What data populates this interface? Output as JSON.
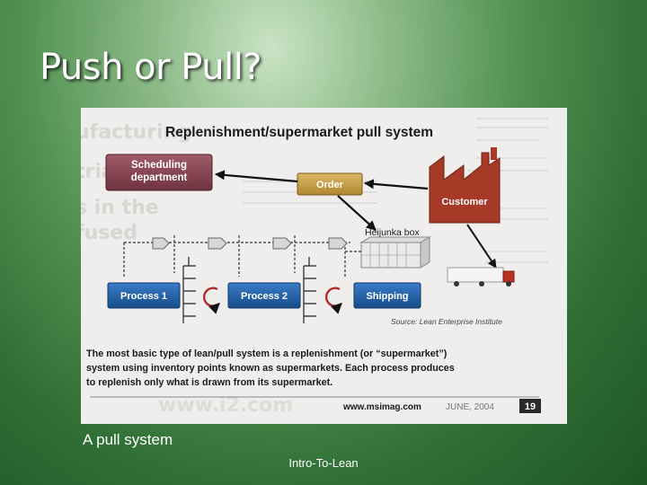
{
  "slide": {
    "title": "Push or Pull?",
    "caption": "A pull system",
    "footer": "Intro-To-Lean"
  },
  "figure": {
    "heading": "Replenishment/supermarket pull system",
    "boxes": {
      "scheduling_line1": "Scheduling",
      "scheduling_line2": "department",
      "order": "Order",
      "customer": "Customer",
      "heijunka": "Heijunka box",
      "process1": "Process 1",
      "process2": "Process 2",
      "shipping": "Shipping"
    },
    "source": "Source: Lean Enterprise Institute",
    "description_line1": "The most basic type of lean/pull system is a replenishment (or “supermarket”)",
    "description_line2": "system using inventory points known as supermarkets. Each process produces",
    "description_line3": "to replenish only what is drawn from its supermarket.",
    "footer_url": "www.msimag.com",
    "footer_date": "JUNE, 2004",
    "page_number": "19",
    "watermark": "www.i2.com"
  },
  "colors": {
    "process_blue": "#1f5fa6",
    "scheduling_maroon": "#8c4a57",
    "order_tan": "#c9a24c",
    "customer_brick": "#a63a26",
    "shipping_blue": "#2d6db8"
  }
}
